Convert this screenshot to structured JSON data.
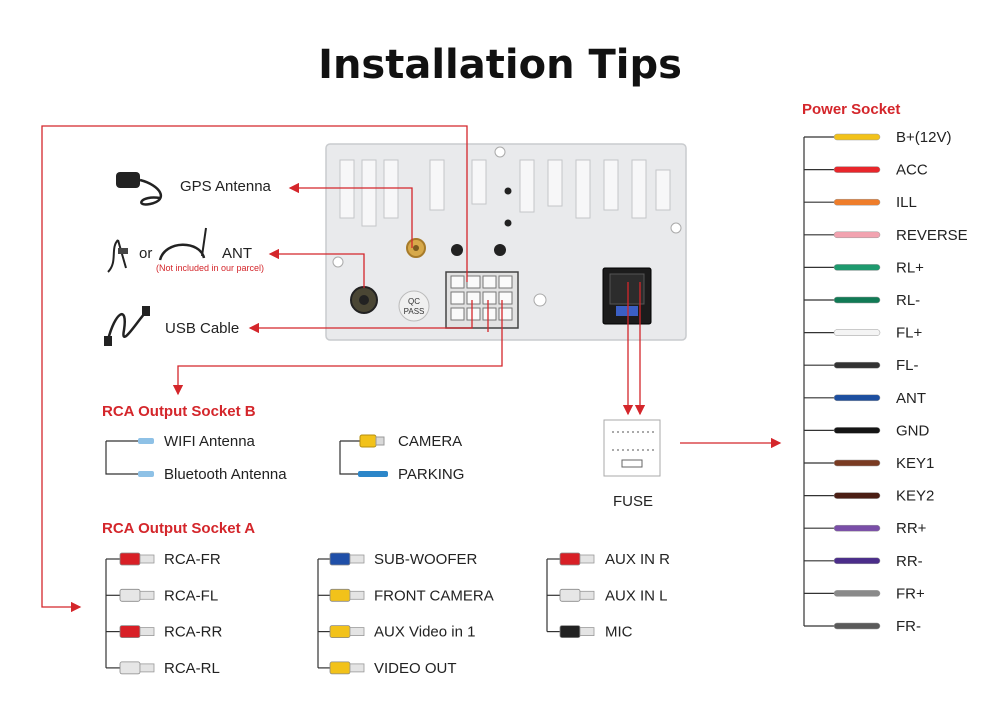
{
  "title": "Installation Tips",
  "antennas": {
    "gps": "GPS Antenna",
    "or": "or",
    "ant": "ANT",
    "ant_note": "(Not included in our parcel)",
    "usb": "USB Cable"
  },
  "unit": {
    "qc_line1": "QC",
    "qc_line2": "PASS"
  },
  "fuse": "FUSE",
  "socket_b": {
    "title": "RCA Output Socket B",
    "left": [
      "WIFI Antenna",
      "Bluetooth Antenna"
    ],
    "right": [
      "CAMERA",
      "PARKING"
    ]
  },
  "socket_a": {
    "title": "RCA Output Socket A",
    "col1": [
      {
        "label": "RCA-FR",
        "color": "#d81f26"
      },
      {
        "label": "RCA-FL",
        "color": "#e6e6e6"
      },
      {
        "label": "RCA-RR",
        "color": "#d81f26"
      },
      {
        "label": "RCA-RL",
        "color": "#e6e6e6"
      }
    ],
    "col2": [
      {
        "label": "SUB-WOOFER",
        "color": "#1f4fa8"
      },
      {
        "label": "FRONT  CAMERA",
        "color": "#f2c21a"
      },
      {
        "label": "AUX Video in 1",
        "color": "#f2c21a"
      },
      {
        "label": "VIDEO OUT",
        "color": "#f2c21a"
      }
    ],
    "col3": [
      {
        "label": "AUX IN R",
        "color": "#d81f26"
      },
      {
        "label": "AUX IN L",
        "color": "#e6e6e6"
      },
      {
        "label": "MIC",
        "color": "#222222"
      }
    ]
  },
  "power": {
    "title": "Power Socket",
    "wires": [
      {
        "label": "B+(12V)",
        "color": "#f2c21a"
      },
      {
        "label": "ACC",
        "color": "#e8262b"
      },
      {
        "label": "ILL",
        "color": "#ef7d2a"
      },
      {
        "label": "REVERSE",
        "color": "#f2a3b0"
      },
      {
        "label": "RL+",
        "color": "#1e9a6e"
      },
      {
        "label": "RL-",
        "color": "#117a55"
      },
      {
        "label": "FL+",
        "color": "#f4f4f4"
      },
      {
        "label": "FL-",
        "color": "#333333"
      },
      {
        "label": "ANT",
        "color": "#1d4fa0"
      },
      {
        "label": "GND",
        "color": "#151515"
      },
      {
        "label": "KEY1",
        "color": "#7a3b22"
      },
      {
        "label": "KEY2",
        "color": "#4b1e14"
      },
      {
        "label": "RR+",
        "color": "#7a4ea8"
      },
      {
        "label": "RR-",
        "color": "#4b2d8a"
      },
      {
        "label": "FR+",
        "color": "#8a8a8a"
      },
      {
        "label": "FR-",
        "color": "#5a5a5a"
      }
    ]
  }
}
